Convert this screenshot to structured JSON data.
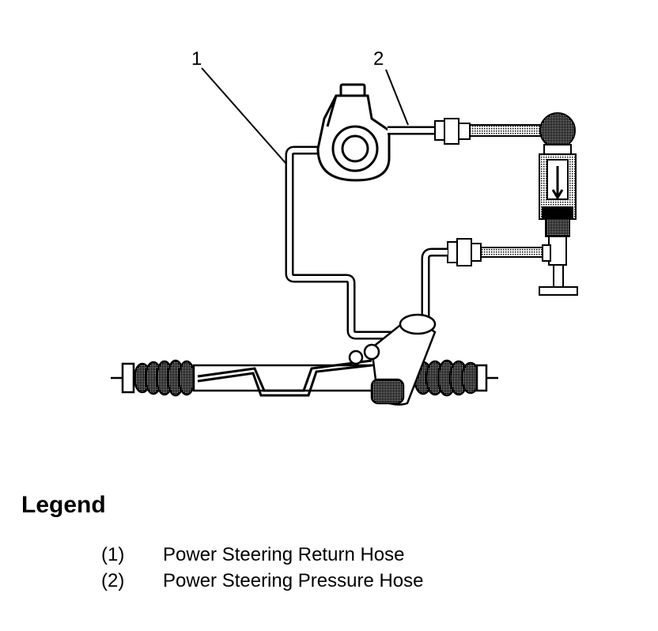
{
  "callouts": [
    "1",
    "2"
  ],
  "legend": {
    "title": "Legend",
    "items": [
      {
        "num": "(1)",
        "label": "Power Steering Return Hose"
      },
      {
        "num": "(2)",
        "label": "Power Steering Pressure Hose"
      }
    ]
  }
}
